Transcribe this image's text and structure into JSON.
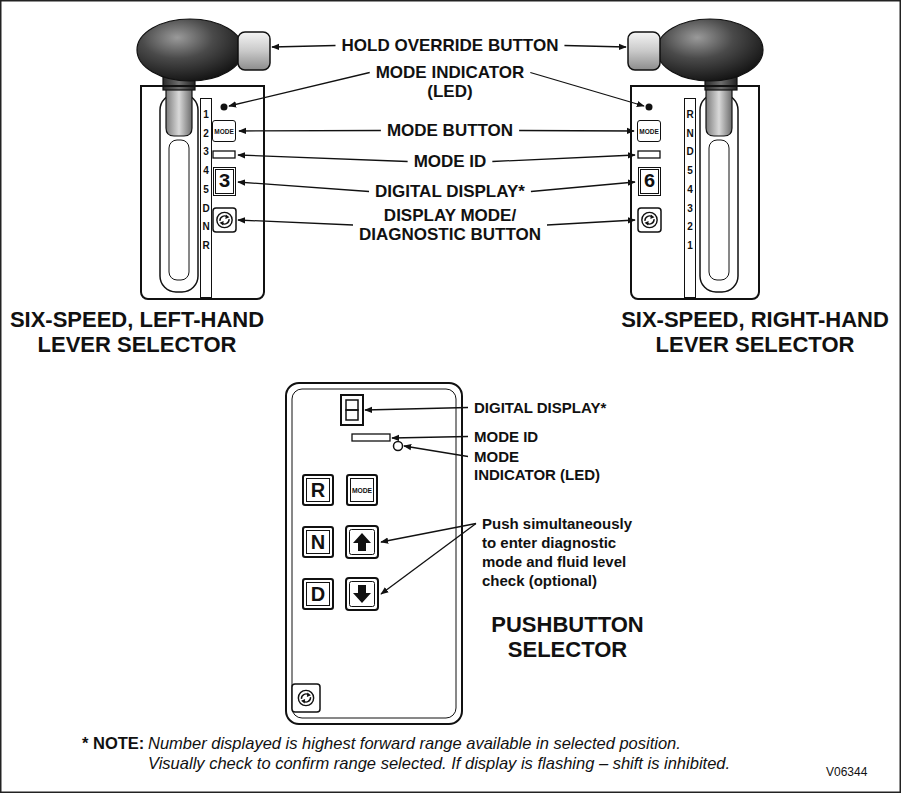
{
  "diagram": {
    "nodes": [
      {
        "text": [
          "SIX-SPEED, LEFT-HAND LEVER SELECTOR"
        ]
      },
      {
        "text": [
          "1",
          "2",
          "3",
          "4",
          "5",
          "D",
          "N",
          "R"
        ],
        "in": 0
      },
      {
        "text": [
          "MODE"
        ],
        "in": 0
      },
      {
        "text": [
          "3"
        ],
        "in": 0
      },
      {
        "text": [
          "SIX-SPEED, RIGHT-HAND LEVER SELECTOR"
        ]
      },
      {
        "text": [
          "MODE"
        ],
        "in": 4
      },
      {
        "text": [
          "6"
        ],
        "in": 4
      },
      {
        "text": [
          "R",
          "N",
          "D",
          "5",
          "4",
          "3",
          "2",
          "1"
        ],
        "in": 4
      },
      {
        "text": [
          "PUSHBUTTON SELECTOR"
        ]
      },
      {
        "text": [
          "R"
        ],
        "in": 8
      },
      {
        "text": [
          "MODE"
        ],
        "in": 8
      },
      {
        "text": [
          "N"
        ],
        "in": 8
      },
      {
        "text": [
          "D"
        ],
        "in": 8
      }
    ],
    "labels": [
      "HOLD OVERRIDE BUTTON",
      "MODE INDICATOR (LED)",
      "MODE BUTTON",
      "MODE ID",
      "DIGITAL DISPLAY*",
      "DISPLAY MODE/ DIAGNOSTIC BUTTON",
      "DIGITAL DISPLAY*",
      "MODE ID",
      "MODE INDICATOR (LED)",
      "Push simultaneously to enter diagnostic mode and fluid level check (optional)",
      "* NOTE:",
      "Number displayed is highest forward range available in selected position. Visually check to confirm range selected. If display is flashing – shift is inhibited.",
      "V06344"
    ]
  }
}
